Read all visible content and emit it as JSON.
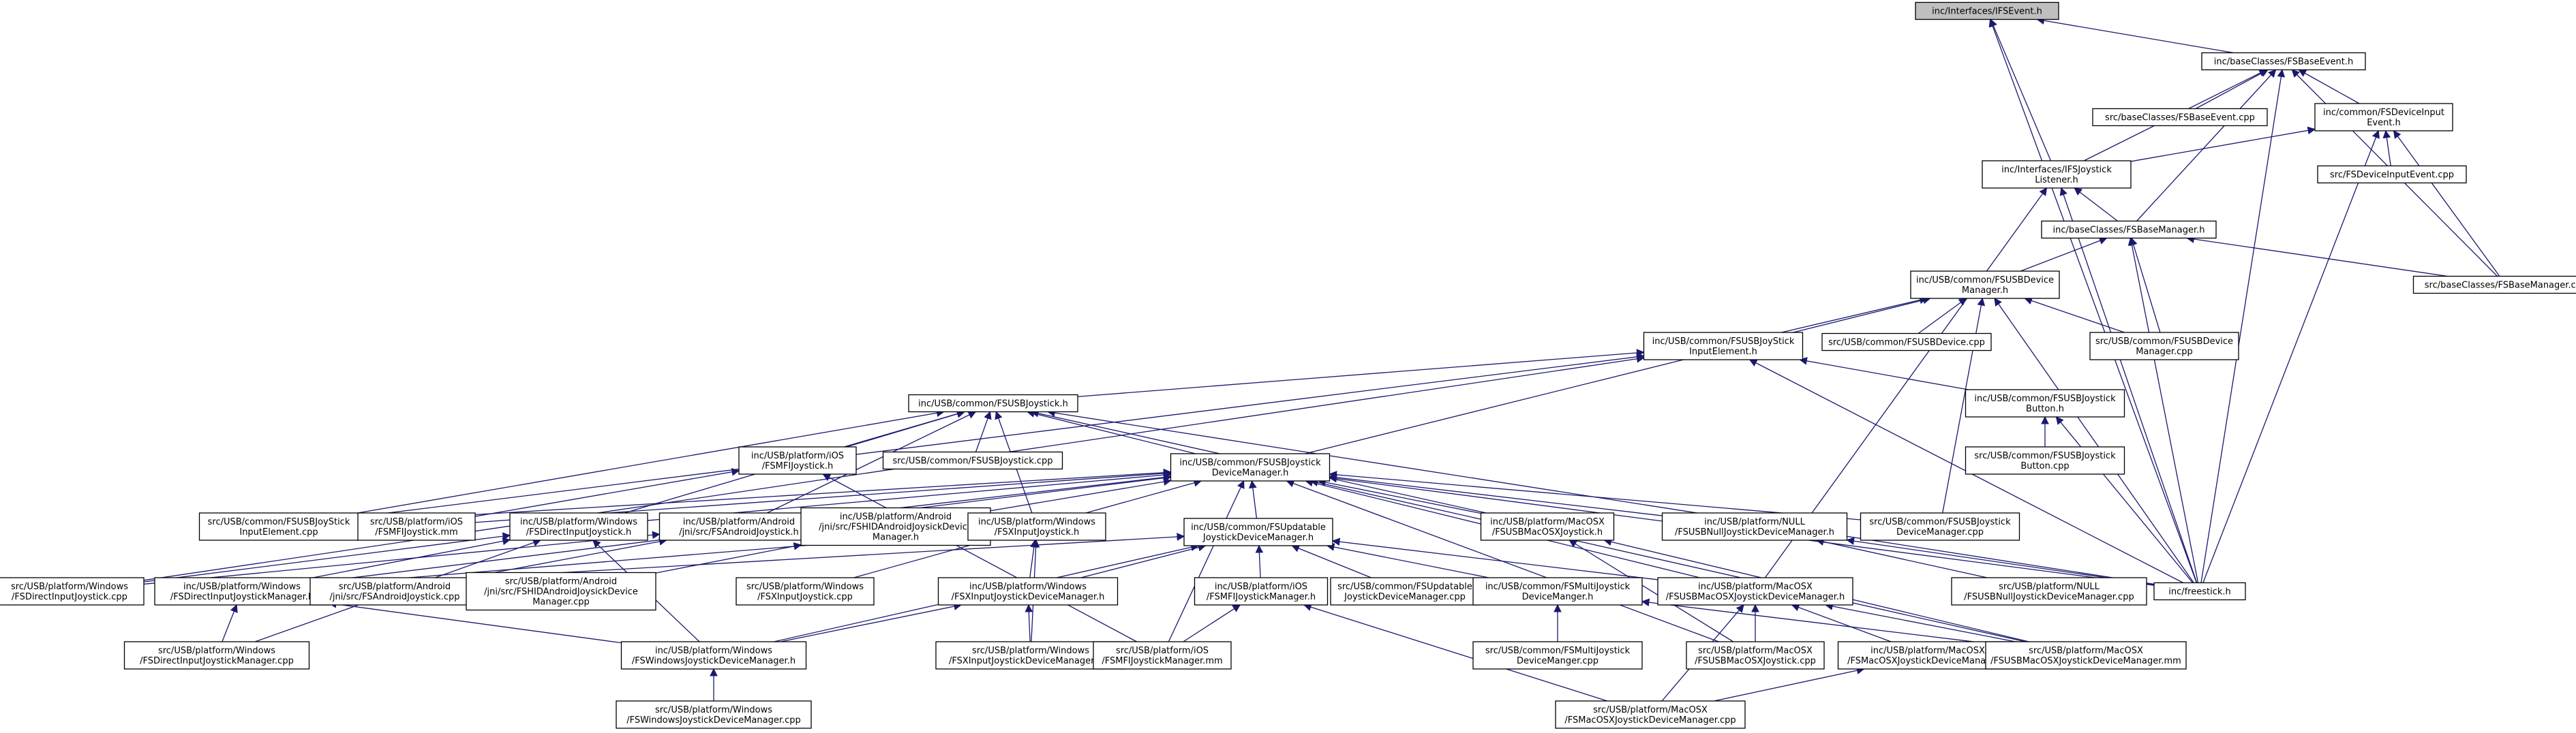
{
  "graph": {
    "root": "n1",
    "nodes": [
      {
        "id": "n1",
        "lines": [
          "inc/Interfaces/IFSEvent.h"
        ]
      },
      {
        "id": "n2",
        "lines": [
          "inc/baseClasses/FSBaseEvent.h"
        ]
      },
      {
        "id": "n3",
        "lines": [
          "src/baseClasses/FSBaseEvent.cpp"
        ]
      },
      {
        "id": "n4",
        "lines": [
          "inc/common/FSDeviceInput",
          "Event.h"
        ]
      },
      {
        "id": "n5",
        "lines": [
          "inc/Interfaces/IFSJoystick",
          "Listener.h"
        ]
      },
      {
        "id": "n6",
        "lines": [
          "src/FSDeviceInputEvent.cpp"
        ]
      },
      {
        "id": "n7",
        "lines": [
          "inc/baseClasses/FSBaseManager.h"
        ]
      },
      {
        "id": "n8",
        "lines": [
          "src/baseClasses/FSBaseManager.cpp"
        ]
      },
      {
        "id": "n9",
        "lines": [
          "inc/USB/common/FSUSBDevice",
          "Manager.h"
        ]
      },
      {
        "id": "n10",
        "lines": [
          "inc/USB/common/FSUSBJoyStick",
          "InputElement.h"
        ]
      },
      {
        "id": "n11",
        "lines": [
          "src/USB/common/FSUSBDevice.cpp"
        ]
      },
      {
        "id": "n12",
        "lines": [
          "src/USB/common/FSUSBDevice",
          "Manager.cpp"
        ]
      },
      {
        "id": "n13",
        "lines": [
          "inc/USB/common/FSUSBJoystick.h"
        ]
      },
      {
        "id": "n14",
        "lines": [
          "inc/USB/common/FSUSBJoystick",
          "Button.h"
        ]
      },
      {
        "id": "n15",
        "lines": [
          "inc/USB/platform/iOS",
          "/FSMFIJoystick.h"
        ]
      },
      {
        "id": "n16",
        "lines": [
          "src/USB/common/FSUSBJoystick.cpp"
        ]
      },
      {
        "id": "n17",
        "lines": [
          "inc/USB/common/FSUSBJoystick",
          "DeviceManager.h"
        ]
      },
      {
        "id": "n18",
        "lines": [
          "src/USB/common/FSUSBJoystick",
          "Button.cpp"
        ]
      },
      {
        "id": "n19",
        "lines": [
          "src/USB/common/FSUSBJoyStick",
          "InputElement.cpp"
        ]
      },
      {
        "id": "n20",
        "lines": [
          "src/USB/platform/iOS",
          "/FSMFIJoystick.mm"
        ]
      },
      {
        "id": "n21",
        "lines": [
          "inc/USB/platform/Windows",
          "/FSDirectInputJoystick.h"
        ]
      },
      {
        "id": "n22",
        "lines": [
          "inc/USB/platform/Android",
          "/jni/src/FSAndroidJoystick.h"
        ]
      },
      {
        "id": "n23",
        "lines": [
          "inc/USB/platform/Android",
          "/jni/src/FSHIDAndroidJoysickDevice",
          "Manager.h"
        ]
      },
      {
        "id": "n24",
        "lines": [
          "inc/USB/platform/Windows",
          "/FSXInputJoystick.h"
        ]
      },
      {
        "id": "n25",
        "lines": [
          "inc/USB/common/FSUpdatable",
          "JoystickDeviceManager.h"
        ]
      },
      {
        "id": "n26",
        "lines": [
          "inc/USB/platform/MacOSX",
          "/FSUSBMacOSXJoystick.h"
        ]
      },
      {
        "id": "n27",
        "lines": [
          "inc/USB/platform/NULL",
          "/FSUSBNullJoystickDeviceManager.h"
        ]
      },
      {
        "id": "n28",
        "lines": [
          "src/USB/common/FSUSBJoystick",
          "DeviceManager.cpp"
        ]
      },
      {
        "id": "n29",
        "lines": [
          "src/USB/platform/Windows",
          "/FSDirectInputJoystick.cpp"
        ]
      },
      {
        "id": "n30",
        "lines": [
          "inc/USB/platform/Windows",
          "/FSDirectInputJoystickManager.h"
        ]
      },
      {
        "id": "n31",
        "lines": [
          "src/USB/platform/Android",
          "/jni/src/FSAndroidJoystick.cpp"
        ]
      },
      {
        "id": "n32",
        "lines": [
          "src/USB/platform/Android",
          "/jni/src/FSHIDAndroidJoysickDevice",
          "Manager.cpp"
        ]
      },
      {
        "id": "n33",
        "lines": [
          "src/USB/platform/Windows",
          "/FSXInputJoystick.cpp"
        ]
      },
      {
        "id": "n34",
        "lines": [
          "inc/USB/platform/Windows",
          "/FSXInputJoystickDeviceManager.h"
        ]
      },
      {
        "id": "n35",
        "lines": [
          "inc/USB/platform/iOS",
          "/FSMFIJoystickManager.h"
        ]
      },
      {
        "id": "n36",
        "lines": [
          "src/USB/common/FSUpdatable",
          "JoystickDeviceManager.cpp"
        ]
      },
      {
        "id": "n37",
        "lines": [
          "inc/USB/common/FSMultiJoystick",
          "DeviceManger.h"
        ]
      },
      {
        "id": "n38",
        "lines": [
          "inc/USB/platform/MacOSX",
          "/FSUSBMacOSXJoystickDeviceManager.h"
        ]
      },
      {
        "id": "n39",
        "lines": [
          "src/USB/platform/NULL",
          "/FSUSBNullJoystickDeviceManager.cpp"
        ]
      },
      {
        "id": "n40",
        "lines": [
          "inc/freestick.h"
        ]
      },
      {
        "id": "n41",
        "lines": [
          "src/USB/platform/Windows",
          "/FSDirectInputJoystickManager.cpp"
        ]
      },
      {
        "id": "n42",
        "lines": [
          "inc/USB/platform/Windows",
          "/FSWindowsJoystickDeviceManager.h"
        ]
      },
      {
        "id": "n43",
        "lines": [
          "src/USB/platform/Windows",
          "/FSXInputJoystickDeviceManager.cpp"
        ]
      },
      {
        "id": "n44",
        "lines": [
          "src/USB/platform/iOS",
          "/FSMFIJoystickManager.mm"
        ]
      },
      {
        "id": "n45",
        "lines": [
          "src/USB/common/FSMultiJoystick",
          "DeviceManger.cpp"
        ]
      },
      {
        "id": "n46",
        "lines": [
          "src/USB/platform/MacOSX",
          "/FSUSBMacOSXJoystick.cpp"
        ]
      },
      {
        "id": "n47",
        "lines": [
          "inc/USB/platform/MacOSX",
          "/FSMacOSXJoystickDeviceManager.h"
        ]
      },
      {
        "id": "n48",
        "lines": [
          "src/USB/platform/MacOSX",
          "/FSUSBMacOSXJoystickDeviceManager.mm"
        ]
      },
      {
        "id": "n49",
        "lines": [
          "src/USB/platform/Windows",
          "/FSWindowsJoystickDeviceManager.cpp"
        ]
      },
      {
        "id": "n50",
        "lines": [
          "src/USB/platform/MacOSX",
          "/FSMacOSXJoystickDeviceManager.cpp"
        ]
      }
    ],
    "edges": [
      [
        "n1",
        "n2"
      ],
      [
        "n1",
        "n5"
      ],
      [
        "n1",
        "n40"
      ],
      [
        "n2",
        "n3"
      ],
      [
        "n2",
        "n4"
      ],
      [
        "n2",
        "n5"
      ],
      [
        "n2",
        "n7"
      ],
      [
        "n2",
        "n8"
      ],
      [
        "n2",
        "n40"
      ],
      [
        "n4",
        "n5"
      ],
      [
        "n4",
        "n6"
      ],
      [
        "n4",
        "n8"
      ],
      [
        "n4",
        "n40"
      ],
      [
        "n5",
        "n7"
      ],
      [
        "n5",
        "n40"
      ],
      [
        "n5",
        "n38"
      ],
      [
        "n7",
        "n9"
      ],
      [
        "n7",
        "n8"
      ],
      [
        "n7",
        "n12"
      ],
      [
        "n7",
        "n40"
      ],
      [
        "n9",
        "n10"
      ],
      [
        "n9",
        "n11"
      ],
      [
        "n9",
        "n12"
      ],
      [
        "n9",
        "n17"
      ],
      [
        "n9",
        "n28"
      ],
      [
        "n9",
        "n40"
      ],
      [
        "n10",
        "n13"
      ],
      [
        "n10",
        "n14"
      ],
      [
        "n10",
        "n19"
      ],
      [
        "n10",
        "n29"
      ],
      [
        "n10",
        "n40"
      ],
      [
        "n13",
        "n15"
      ],
      [
        "n13",
        "n16"
      ],
      [
        "n13",
        "n17"
      ],
      [
        "n13",
        "n19"
      ],
      [
        "n13",
        "n21"
      ],
      [
        "n13",
        "n22"
      ],
      [
        "n13",
        "n24"
      ],
      [
        "n13",
        "n26"
      ],
      [
        "n13",
        "n40"
      ],
      [
        "n14",
        "n18"
      ],
      [
        "n14",
        "n40"
      ],
      [
        "n15",
        "n20"
      ],
      [
        "n15",
        "n44"
      ],
      [
        "n17",
        "n19"
      ],
      [
        "n17",
        "n21"
      ],
      [
        "n17",
        "n22"
      ],
      [
        "n17",
        "n23"
      ],
      [
        "n17",
        "n24"
      ],
      [
        "n17",
        "n25"
      ],
      [
        "n17",
        "n26"
      ],
      [
        "n17",
        "n27"
      ],
      [
        "n17",
        "n28"
      ],
      [
        "n17",
        "n40"
      ],
      [
        "n17",
        "n38"
      ],
      [
        "n17",
        "n44"
      ],
      [
        "n17",
        "n46"
      ],
      [
        "n17",
        "n48"
      ],
      [
        "n17",
        "n30"
      ],
      [
        "n17",
        "n20"
      ],
      [
        "n21",
        "n29"
      ],
      [
        "n21",
        "n30"
      ],
      [
        "n21",
        "n41"
      ],
      [
        "n21",
        "n42"
      ],
      [
        "n22",
        "n31"
      ],
      [
        "n22",
        "n29"
      ],
      [
        "n23",
        "n32"
      ],
      [
        "n24",
        "n33"
      ],
      [
        "n24",
        "n34"
      ],
      [
        "n24",
        "n43"
      ],
      [
        "n24",
        "n30"
      ],
      [
        "n25",
        "n30"
      ],
      [
        "n25",
        "n34"
      ],
      [
        "n25",
        "n35"
      ],
      [
        "n25",
        "n36"
      ],
      [
        "n25",
        "n37"
      ],
      [
        "n25",
        "n38"
      ],
      [
        "n25",
        "n42"
      ],
      [
        "n26",
        "n46"
      ],
      [
        "n26",
        "n48"
      ],
      [
        "n27",
        "n39"
      ],
      [
        "n27",
        "n40"
      ],
      [
        "n30",
        "n41"
      ],
      [
        "n30",
        "n42"
      ],
      [
        "n34",
        "n42"
      ],
      [
        "n34",
        "n43"
      ],
      [
        "n35",
        "n44"
      ],
      [
        "n35",
        "n50"
      ],
      [
        "n37",
        "n45"
      ],
      [
        "n37",
        "n48"
      ],
      [
        "n38",
        "n46"
      ],
      [
        "n38",
        "n47"
      ],
      [
        "n38",
        "n48"
      ],
      [
        "n38",
        "n50"
      ],
      [
        "n42",
        "n49"
      ],
      [
        "n47",
        "n50"
      ]
    ]
  }
}
